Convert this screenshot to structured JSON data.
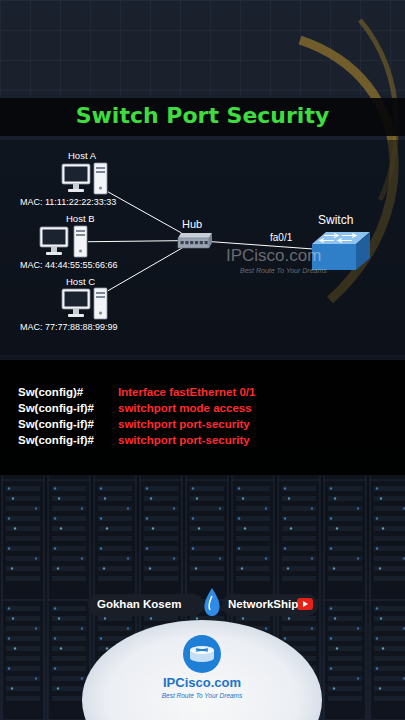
{
  "diagram": {
    "title": "Switch Port Security",
    "nodes": [
      {
        "text": [
          "Host A",
          "MAC: 11:11:22:22:33:33"
        ]
      },
      {
        "text": [
          "Host B",
          "MAC: 44:44:55:55:66:66"
        ]
      },
      {
        "text": [
          "Host C",
          "MAC: 77:77:88:88:99:99"
        ]
      },
      {
        "text": [
          "Hub"
        ]
      },
      {
        "text": [
          "Switch"
        ]
      }
    ],
    "edges": [
      {
        "from": 0,
        "to": 3,
        "arrow": "none"
      },
      {
        "from": 1,
        "to": 3,
        "arrow": "none"
      },
      {
        "from": 2,
        "to": 3,
        "arrow": "none"
      },
      {
        "from": 3,
        "to": 4,
        "label": "fa0/1",
        "arrow": "none"
      }
    ],
    "labels": [
      "IPCisco.com",
      "Best Route To Your Dreams",
      "Sw(config)#",
      "Interface fastEthernet 0/1",
      "Sw(config-if)#",
      "switchport mode access",
      "Sw(config-if)#",
      "switchport port-security",
      "Sw(config-if)#",
      "switchport port-security",
      "Gokhan Kosem",
      "NetworkShip",
      "IPCisco.com",
      "Best Route To Your Dreams"
    ]
  }
}
